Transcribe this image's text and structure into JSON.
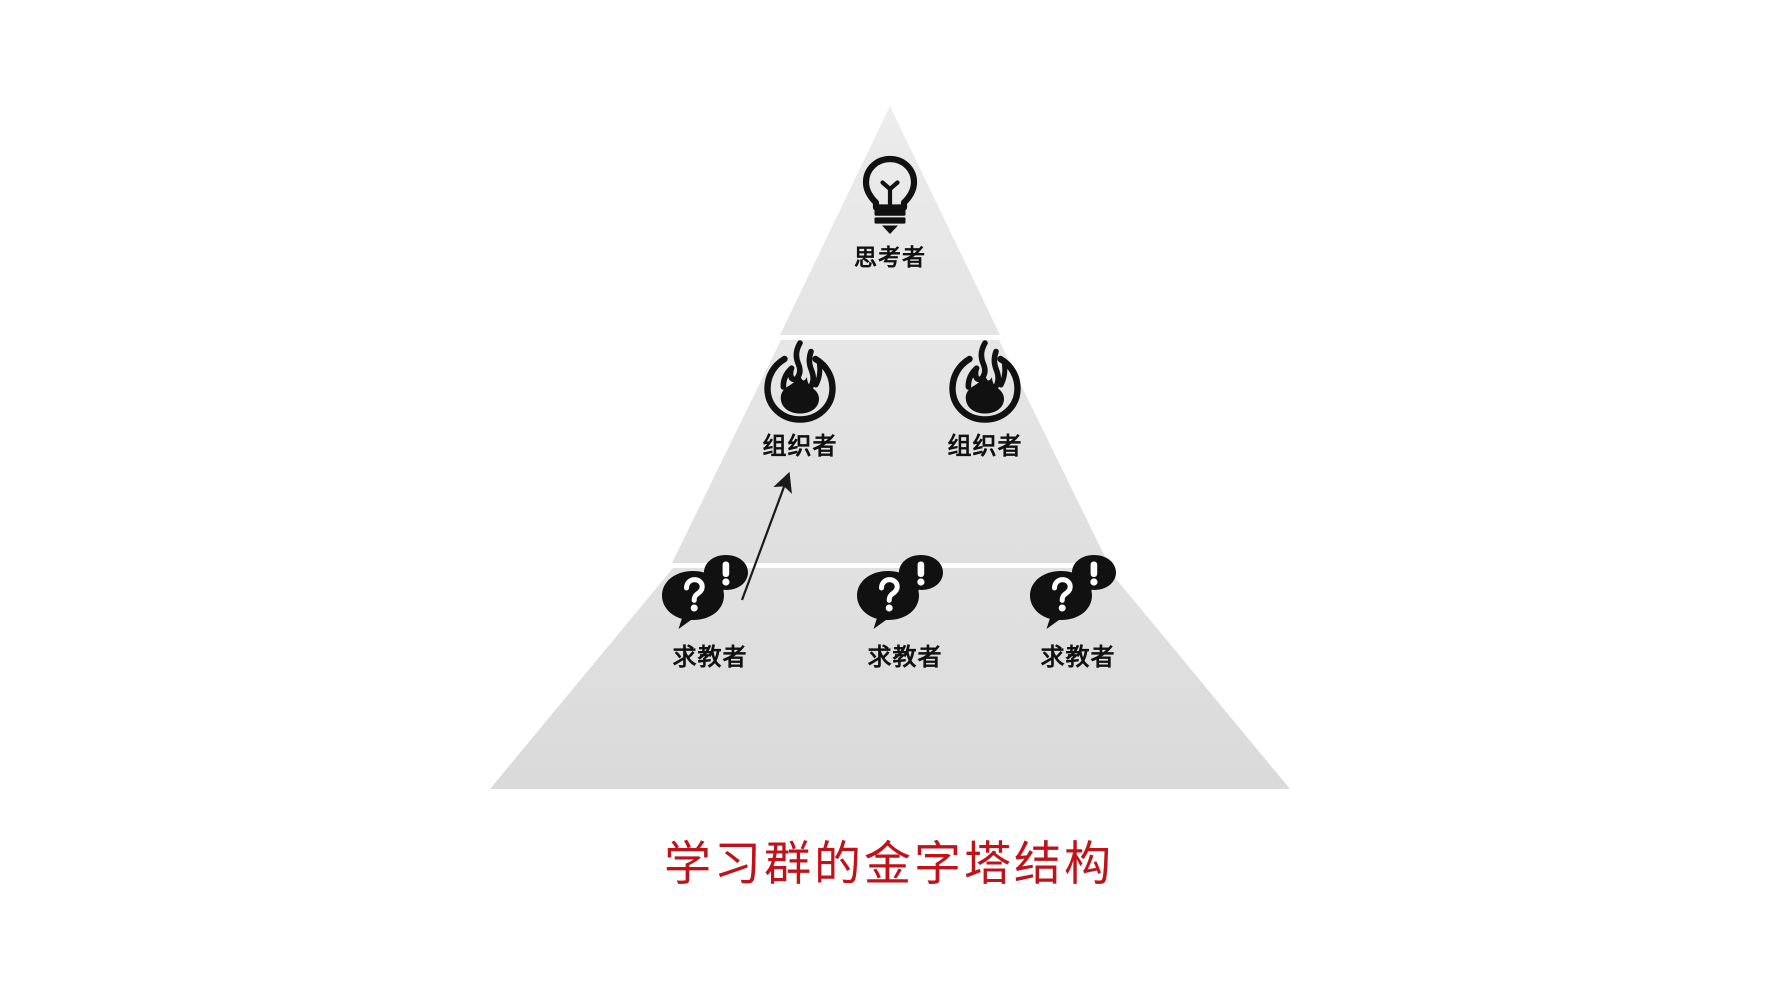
{
  "figure": {
    "title": "学习群的金字塔结构",
    "title_color": "#c1121a",
    "background_color": "#ffffff",
    "pyramid_fill_top": "#e9e9e9",
    "pyramid_fill_bottom": "#dcdcdc",
    "divider_color": "#f4f4f4",
    "icon_color": "#111111"
  },
  "pyramid": {
    "levels": [
      {
        "name": "thinker-level",
        "label": "思考者",
        "icon": "lightbulb-icon",
        "count": 1,
        "nodes": [
          {
            "label": "思考者",
            "icon": "lightbulb-icon"
          }
        ]
      },
      {
        "name": "organizer-level",
        "label": "组织者",
        "icon": "flame-icon",
        "count": 2,
        "nodes": [
          {
            "label": "组织者",
            "icon": "flame-icon"
          },
          {
            "label": "组织者",
            "icon": "flame-icon"
          }
        ]
      },
      {
        "name": "seeker-level",
        "label": "求教者",
        "icon": "question-exclamation-speech-bubble-icon",
        "count": 3,
        "nodes": [
          {
            "label": "求教者",
            "icon": "question-exclamation-speech-bubble-icon"
          },
          {
            "label": "求教者",
            "icon": "question-exclamation-speech-bubble-icon"
          },
          {
            "label": "求教者",
            "icon": "question-exclamation-speech-bubble-icon"
          }
        ]
      }
    ]
  },
  "annotation": {
    "arrow": {
      "name": "promotion-arrow",
      "from": "seeker-1",
      "to": "organizer-1",
      "color": "#1a1a1a"
    }
  }
}
